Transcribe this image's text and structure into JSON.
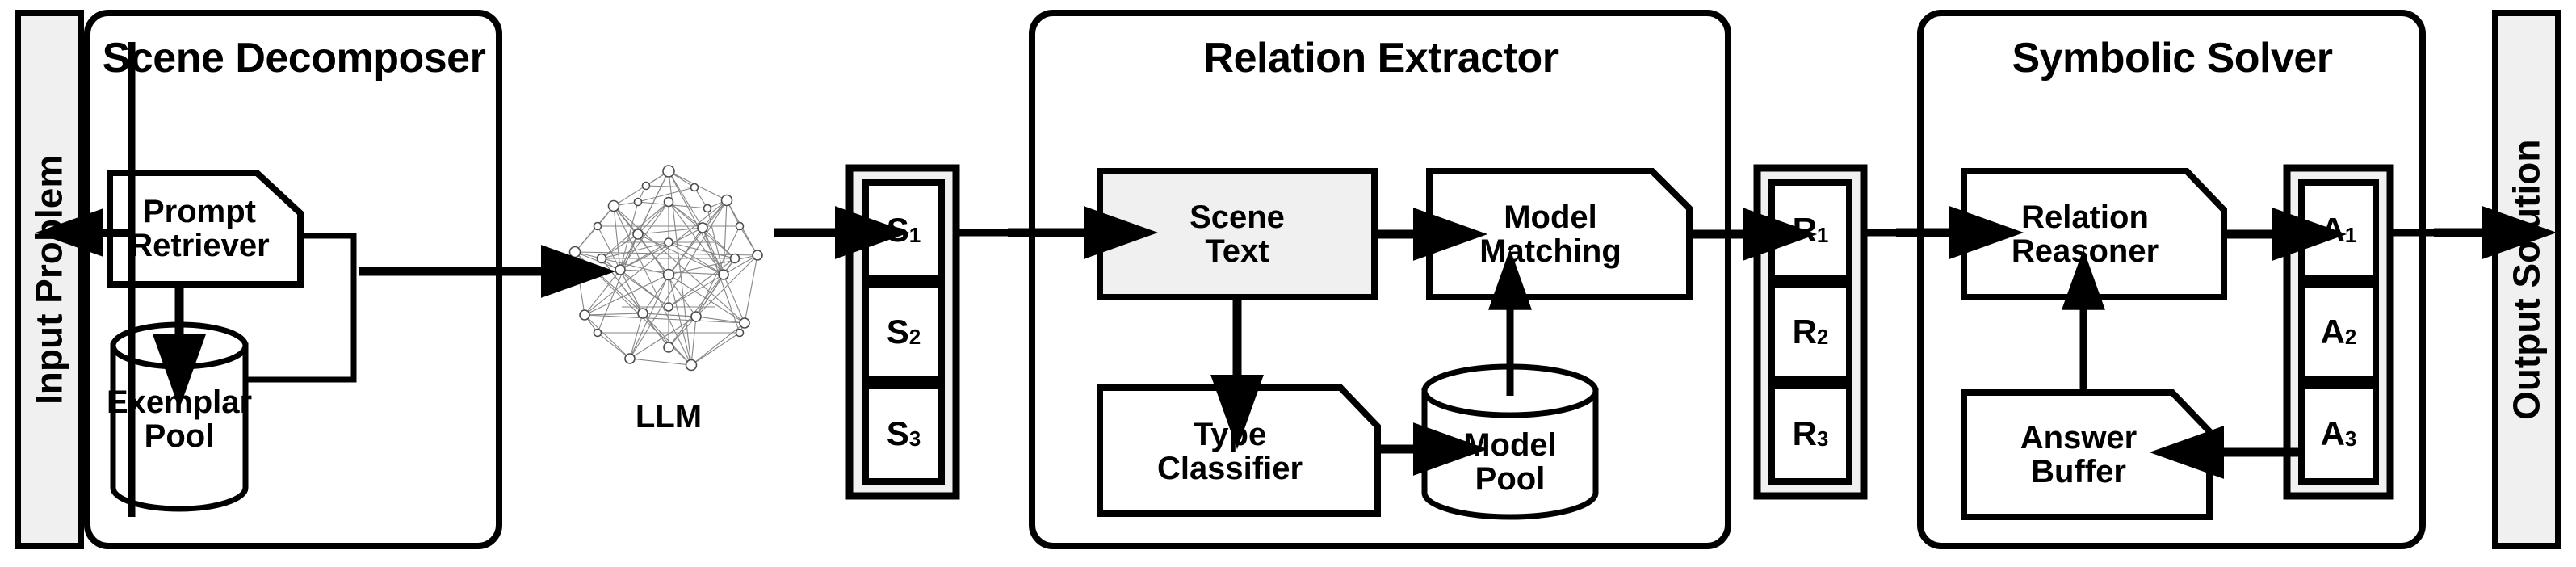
{
  "diagram": {
    "title": "Neural-Symbolic Reasoning Pipeline",
    "type": "flow-diagram",
    "colors": {
      "stroke": "#000000",
      "canvas": "#ffffff",
      "fill_gray": "#f0f0f0",
      "llm_graph": "#6e6e6e"
    }
  },
  "input": {
    "label": "Input Problem",
    "orientation": "vertical"
  },
  "output": {
    "label": "Output Solution",
    "orientation": "vertical"
  },
  "stages": [
    {
      "id": "scene-decomposer",
      "title": "Scene Decomposer",
      "nodes": [
        {
          "id": "prompt-retriever",
          "label": "Prompt\nRetriever",
          "shape": "note",
          "fill": "white"
        },
        {
          "id": "exemplar-pool",
          "label": "Exemplar\nPool",
          "shape": "cylinder",
          "fill": "white"
        },
        {
          "id": "llm",
          "label": "LLM",
          "shape": "graph-illustration",
          "fill": "none"
        }
      ],
      "tokens": {
        "id": "scene-tokens",
        "items": [
          "S",
          "S",
          "S"
        ],
        "subs": [
          "1",
          "2",
          "3"
        ]
      }
    },
    {
      "id": "relation-extractor",
      "title": "Relation Extractor",
      "nodes": [
        {
          "id": "scene-text",
          "label": "Scene\nText",
          "shape": "rect",
          "fill": "gray"
        },
        {
          "id": "model-matching",
          "label": "Model\nMatching",
          "shape": "note",
          "fill": "white"
        },
        {
          "id": "type-classifier",
          "label": "Type\nClassifier",
          "shape": "note",
          "fill": "white"
        },
        {
          "id": "model-pool",
          "label": "Model\nPool",
          "shape": "cylinder",
          "fill": "white"
        }
      ],
      "tokens": {
        "id": "relation-tokens",
        "items": [
          "R",
          "R",
          "R"
        ],
        "subs": [
          "1",
          "2",
          "3"
        ]
      }
    },
    {
      "id": "symbolic-solver",
      "title": "Symbolic Solver",
      "nodes": [
        {
          "id": "relation-reasoner",
          "label": "Relation\nReasoner",
          "shape": "note",
          "fill": "white"
        },
        {
          "id": "answer-buffer",
          "label": "Answer\nBuffer",
          "shape": "note",
          "fill": "white"
        }
      ],
      "tokens": {
        "id": "answer-tokens",
        "items": [
          "A",
          "A",
          "A"
        ],
        "subs": [
          "1",
          "2",
          "3"
        ]
      }
    }
  ],
  "tokens_flat": {
    "s1": "S",
    "s1sub": "1",
    "s2": "S",
    "s2sub": "2",
    "s3": "S",
    "s3sub": "3",
    "r1": "R",
    "r1sub": "1",
    "r2": "R",
    "r2sub": "2",
    "r3": "R",
    "r3sub": "3",
    "a1": "A",
    "a1sub": "1",
    "a2": "A",
    "a2sub": "2",
    "a3": "A",
    "a3sub": "3"
  },
  "edges": [
    {
      "from": "input",
      "to": "prompt-retriever",
      "kind": "arrow"
    },
    {
      "from": "input",
      "to": "scene-decomposer-bottom",
      "kind": "line"
    },
    {
      "from": "prompt-retriever",
      "to": "exemplar-pool",
      "kind": "arrow"
    },
    {
      "from": "prompt-retriever",
      "to": "llm",
      "kind": "arrow"
    },
    {
      "from": "exemplar-pool",
      "to": "llm",
      "kind": "arrow"
    },
    {
      "from": "llm",
      "to": "scene-tokens",
      "kind": "arrow"
    },
    {
      "from": "scene-tokens",
      "to": "scene-text",
      "kind": "arrow"
    },
    {
      "from": "scene-text",
      "to": "model-matching",
      "kind": "arrow"
    },
    {
      "from": "scene-text",
      "to": "type-classifier",
      "kind": "arrow"
    },
    {
      "from": "type-classifier",
      "to": "model-pool",
      "kind": "arrow"
    },
    {
      "from": "model-pool",
      "to": "model-matching",
      "kind": "arrow"
    },
    {
      "from": "model-matching",
      "to": "relation-tokens",
      "kind": "arrow"
    },
    {
      "from": "relation-tokens",
      "to": "relation-reasoner",
      "kind": "arrow"
    },
    {
      "from": "relation-reasoner",
      "to": "answer-tokens",
      "kind": "arrow"
    },
    {
      "from": "answer-tokens",
      "to": "answer-buffer",
      "kind": "arrow"
    },
    {
      "from": "answer-buffer",
      "to": "relation-reasoner",
      "kind": "arrow"
    },
    {
      "from": "answer-tokens",
      "to": "output",
      "kind": "arrow"
    }
  ]
}
